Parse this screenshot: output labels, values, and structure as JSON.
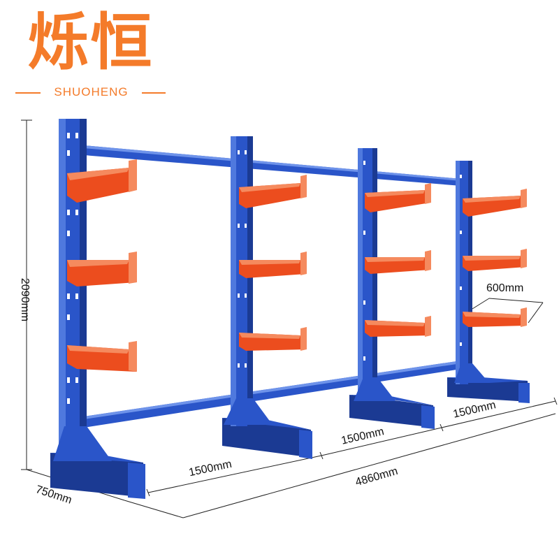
{
  "logo": {
    "name_cn": "烁恒",
    "name_en": "SHUOHENG"
  },
  "dimensions": {
    "height": "2090mm",
    "depth": "750mm",
    "total_length": "4860mm",
    "bay_spacing_1": "1500mm",
    "bay_spacing_2": "1500mm",
    "bay_spacing_3": "1500mm",
    "arm_length": "600mm"
  },
  "colors": {
    "brand_orange": "#f47b2a",
    "upright_blue": "#2a55c9",
    "upright_dark": "#1b3a93",
    "arm_orange": "#ec4d1e",
    "arm_light": "#f58a5e",
    "dimension_line": "#222222"
  }
}
